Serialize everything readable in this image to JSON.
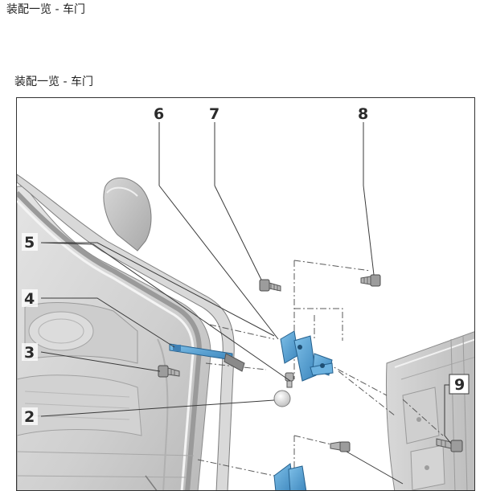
{
  "page": {
    "header_title": "装配一览 - 车门"
  },
  "figure": {
    "caption": "装配一览 - 车门",
    "callouts": [
      {
        "id": "callout-2",
        "label": "2"
      },
      {
        "id": "callout-3",
        "label": "3"
      },
      {
        "id": "callout-4",
        "label": "4"
      },
      {
        "id": "callout-5",
        "label": "5"
      },
      {
        "id": "callout-6",
        "label": "6"
      },
      {
        "id": "callout-7",
        "label": "7"
      },
      {
        "id": "callout-8",
        "label": "8"
      },
      {
        "id": "callout-9",
        "label": "9"
      }
    ]
  },
  "colors": {
    "part_highlight": "#4f9fd4",
    "door_gray": "#c9c9c9",
    "frame_border": "#333333"
  }
}
